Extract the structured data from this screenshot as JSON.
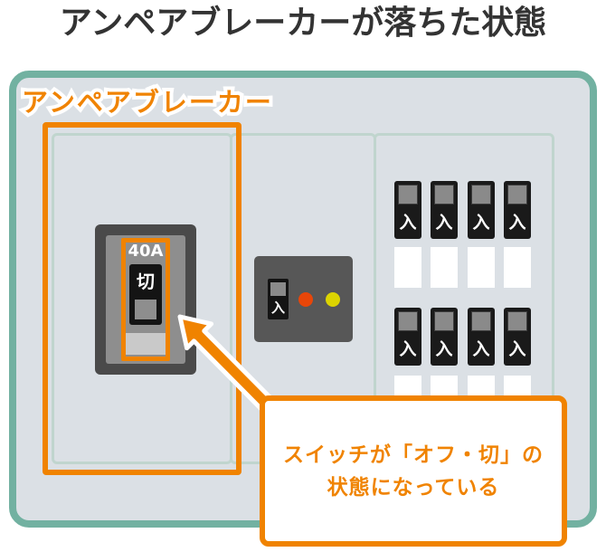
{
  "title": "アンペアブレーカーが落ちた状態",
  "panel": {
    "label": "アンペアブレーカー",
    "ampere_breaker": {
      "rating_label": "40A",
      "switch_label": "切"
    },
    "service_breaker": {
      "switch_label": "入"
    },
    "branch_breakers": {
      "switch_label": "入",
      "rows": 2,
      "columns": 4
    },
    "callout": {
      "line1": "スイッチが「オフ・切」の",
      "line2": "状態になっている"
    }
  },
  "colors": {
    "accent_orange": "#f08300",
    "panel_border_teal": "#72b1a1",
    "panel_background": "#dbe0e5",
    "section_border": "#c0d5ce",
    "breaker_body_gray": "#4a4a4a",
    "breaker_plate_gray": "#8e8e8e",
    "switch_black": "#1a1a1a",
    "indicator_red": "#e84609",
    "indicator_yellow": "#dcd400",
    "title_color": "#333333"
  }
}
